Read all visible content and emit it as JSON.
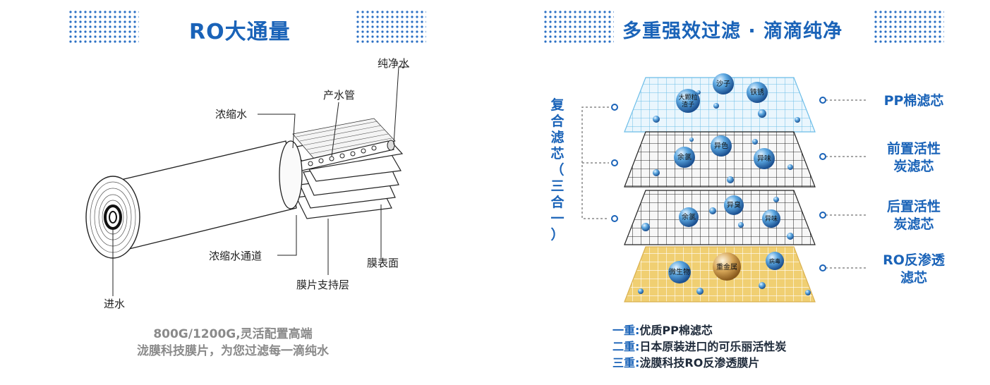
{
  "left": {
    "title": "RO大通量",
    "labels": {
      "pure_water": "纯净水",
      "product_tube": "产水管",
      "concentrate": "浓缩水",
      "concentrate_channel": "浓缩水通道",
      "membrane_surface": "膜表面",
      "membrane_support": "膜片支持层",
      "inlet": "进水"
    },
    "caption_line1": "800G/1200G,灵活配置高端",
    "caption_line2": "泷膜科技膜片，为您过滤每一滴纯水"
  },
  "right": {
    "title": "多重强效过滤 · 滴滴纯净",
    "vertical_label": [
      "复",
      "合",
      "滤",
      "芯",
      "（",
      "三",
      "合",
      "一",
      "）"
    ],
    "layer_labels": [
      {
        "line1": "PP棉滤芯",
        "line2": ""
      },
      {
        "line1": "前置活性",
        "line2": "炭滤芯"
      },
      {
        "line1": "后置活性",
        "line2": "炭滤芯"
      },
      {
        "line1": "RO反渗透",
        "line2": "滤芯"
      }
    ],
    "layer_particles": [
      [
        "大颗粒\n渣子",
        "沙子",
        "铁锈"
      ],
      [
        "余氯",
        "异色",
        "异味"
      ],
      [
        "余氯",
        "异臭",
        "异味"
      ],
      [
        "微生物",
        "重金属",
        "病毒"
      ]
    ],
    "stages": [
      {
        "key": "一重:",
        "text": "优质PP棉滤芯"
      },
      {
        "key": "二重:",
        "text": "日本原装进口的可乐丽活性炭"
      },
      {
        "key": "三重:",
        "text": "泷膜科技RO反渗透膜片"
      }
    ],
    "colors": {
      "pp": "#7ec6ec",
      "carbon": "#333333",
      "ro": "#e8c66a",
      "accent": "#1a63b8"
    }
  }
}
